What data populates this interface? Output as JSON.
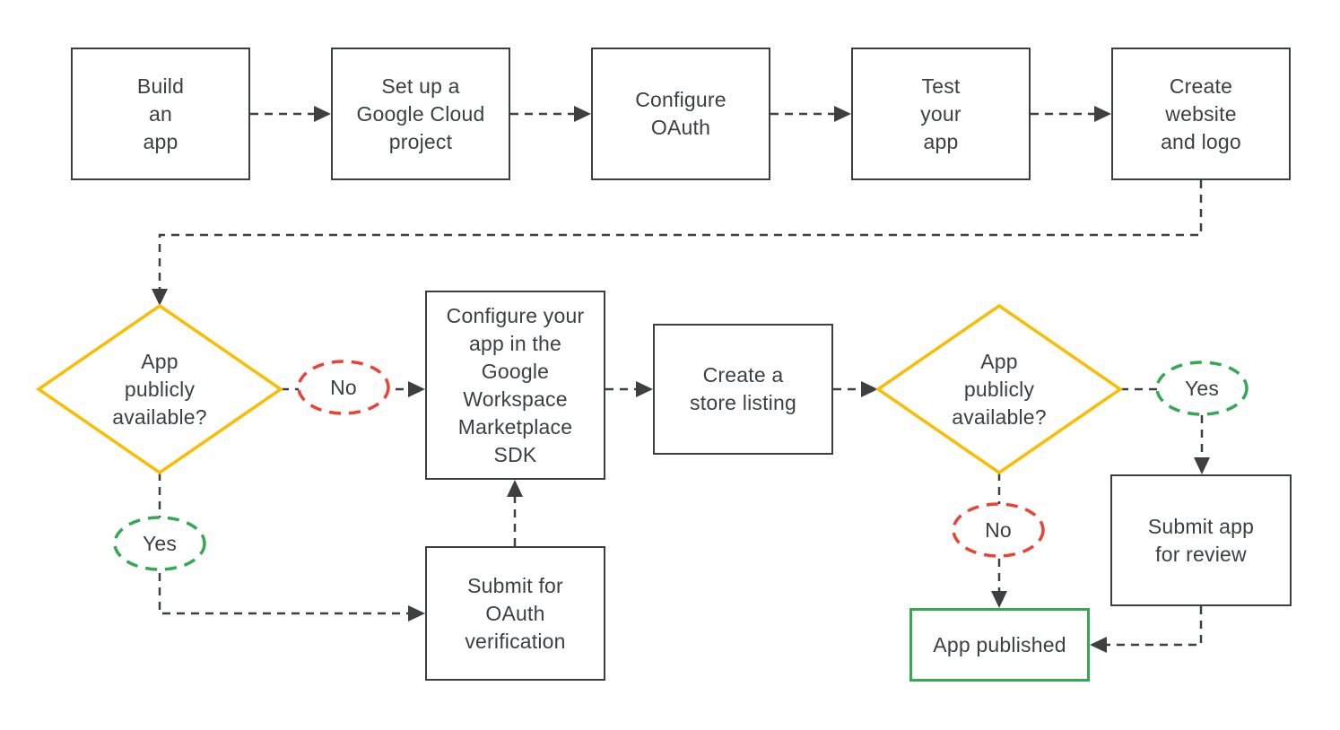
{
  "colors": {
    "ink": "#3C4043",
    "yellow": "#FBBC04",
    "red": "#EA4335",
    "green": "#34A853",
    "background": "#FFFFFF"
  },
  "flowchart": {
    "steps": {
      "build_app": "Build\nan\napp",
      "setup_project": "Set up a\nGoogle Cloud\nproject",
      "configure_oauth": "Configure\nOAuth",
      "test_app": "Test\nyour\napp",
      "create_website": "Create\nwebsite\nand logo",
      "decision_public_1": "App\npublicly\navailable?",
      "no_1": "No",
      "yes_1": "Yes",
      "configure_sdk": "Configure your\napp in the\nGoogle\nWorkspace\nMarketplace\nSDK",
      "submit_oauth_verification": "Submit for\nOAuth\nverification",
      "create_store_listing": "Create a\nstore listing",
      "decision_public_2": "App\npublicly\navailable?",
      "yes_2": "Yes",
      "no_2": "No",
      "submit_review": "Submit app\nfor review",
      "app_published": "App published"
    }
  }
}
